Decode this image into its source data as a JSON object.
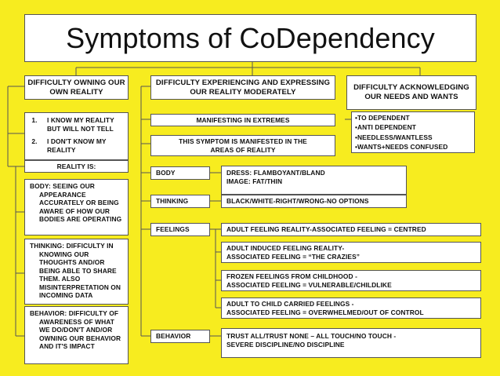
{
  "title": "Symptoms of CoDependency",
  "headers": {
    "h1": "DIFFICULTY OWNING OUR OWN REALITY",
    "h2": "DIFFICULTY EXPERIENCING AND EXPRESSING OUR REALITY MODERATELY",
    "h3": "DIFFICULTY ACKNOWLEDGING OUR NEEDS AND WANTS"
  },
  "left": {
    "list": [
      "I KNOW MY REALITY BUT WILL NOT TELL",
      "I DON'T KNOW MY REALITY"
    ],
    "reality_is": "REALITY IS:",
    "body": "BODY: SEEING OUR APPEARANCE ACCURATELY OR BEING AWARE OF HOW OUR BODIES ARE OPERATING",
    "thinking": "THINKING: DIFFICULTY IN KNOWING OUR THOUGHTS AND/OR BEING ABLE TO SHARE THEM. ALSO MISINTERPRETATION ON INCOMING DATA",
    "behavior": "BEHAVIOR: DIFFICULTY OF AWARENESS OF WHAT WE DO/DON'T AND/OR OWNING OUR BEHAVIOR AND IT'S IMPACT"
  },
  "middle": {
    "extremes": "MANIFESTING IN EXTREMES",
    "areas": "THIS SYMPTOM IS MANIFESTED IN THE AREAS OF REALITY",
    "body": "BODY",
    "thinking": "THINKING",
    "feelings": "FEELINGS",
    "behavior": "BEHAVIOR"
  },
  "details": {
    "body_1": "DRESS: FLAMBOYANT/BLAND",
    "body_2": "IMAGE: FAT/THIN",
    "thinking": "BLACK/WHITE-RIGHT/WRONG-NO OPTIONS",
    "feel_1": "ADULT FEELING REALITY-ASSOCIATED FEELING = CENTRED",
    "feel_2a": "ADULT INDUCED FEELING REALITY-",
    "feel_2b": "ASSOCIATED FEELING = “THE CRAZIES”",
    "feel_3a": "FROZEN FEELINGS FROM CHILDHOOD -",
    "feel_3b": "ASSOCIATED FEELING = VULNERABLE/CHILDLIKE",
    "feel_4a": "ADULT TO CHILD CARRIED FEELINGS -",
    "feel_4b": "ASSOCIATED FEELING = OVERWHELMED/OUT OF CONTROL",
    "beh_a": "TRUST ALL/TRUST NONE – ALL TOUCH/NO TOUCH -",
    "beh_b": "SEVERE DISCIPLINE/NO DISCIPLINE"
  },
  "right": {
    "items": [
      "•TO DEPENDENT",
      "•ANTI DEPENDENT",
      "•NEEDLESS/WANTLESS",
      "•WANTS+NEEDS CONFUSED"
    ]
  }
}
